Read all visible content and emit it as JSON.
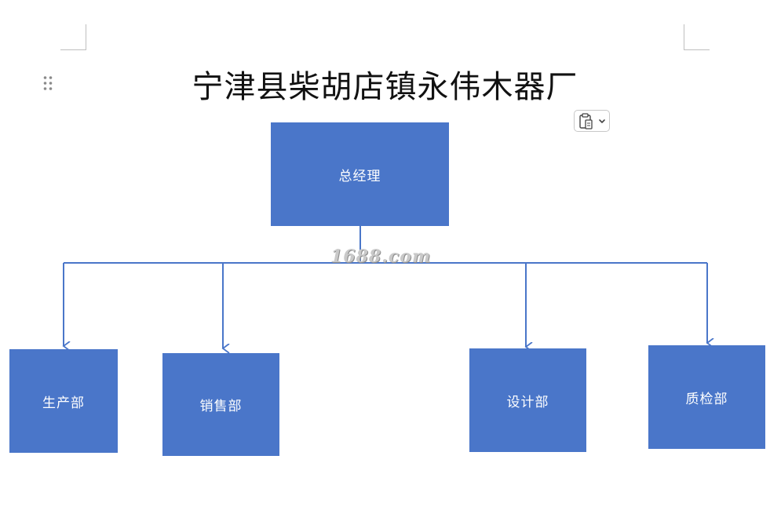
{
  "document": {
    "title": "宁津县柴胡店镇永伟木器厂"
  },
  "org_chart": {
    "top": {
      "label": "总经理"
    },
    "departments": [
      {
        "label": "生产部"
      },
      {
        "label": "销售部"
      },
      {
        "label": "设计部"
      },
      {
        "label": "质检部"
      }
    ]
  },
  "watermark": {
    "text": "1688.com"
  },
  "toolbar": {
    "paste_options_icon": "clipboard-icon",
    "dropdown_icon": "chevron-down-icon"
  },
  "colors": {
    "box_fill": "#4a76c9",
    "connector": "#4a76c9",
    "box_text": "#ffffff"
  }
}
